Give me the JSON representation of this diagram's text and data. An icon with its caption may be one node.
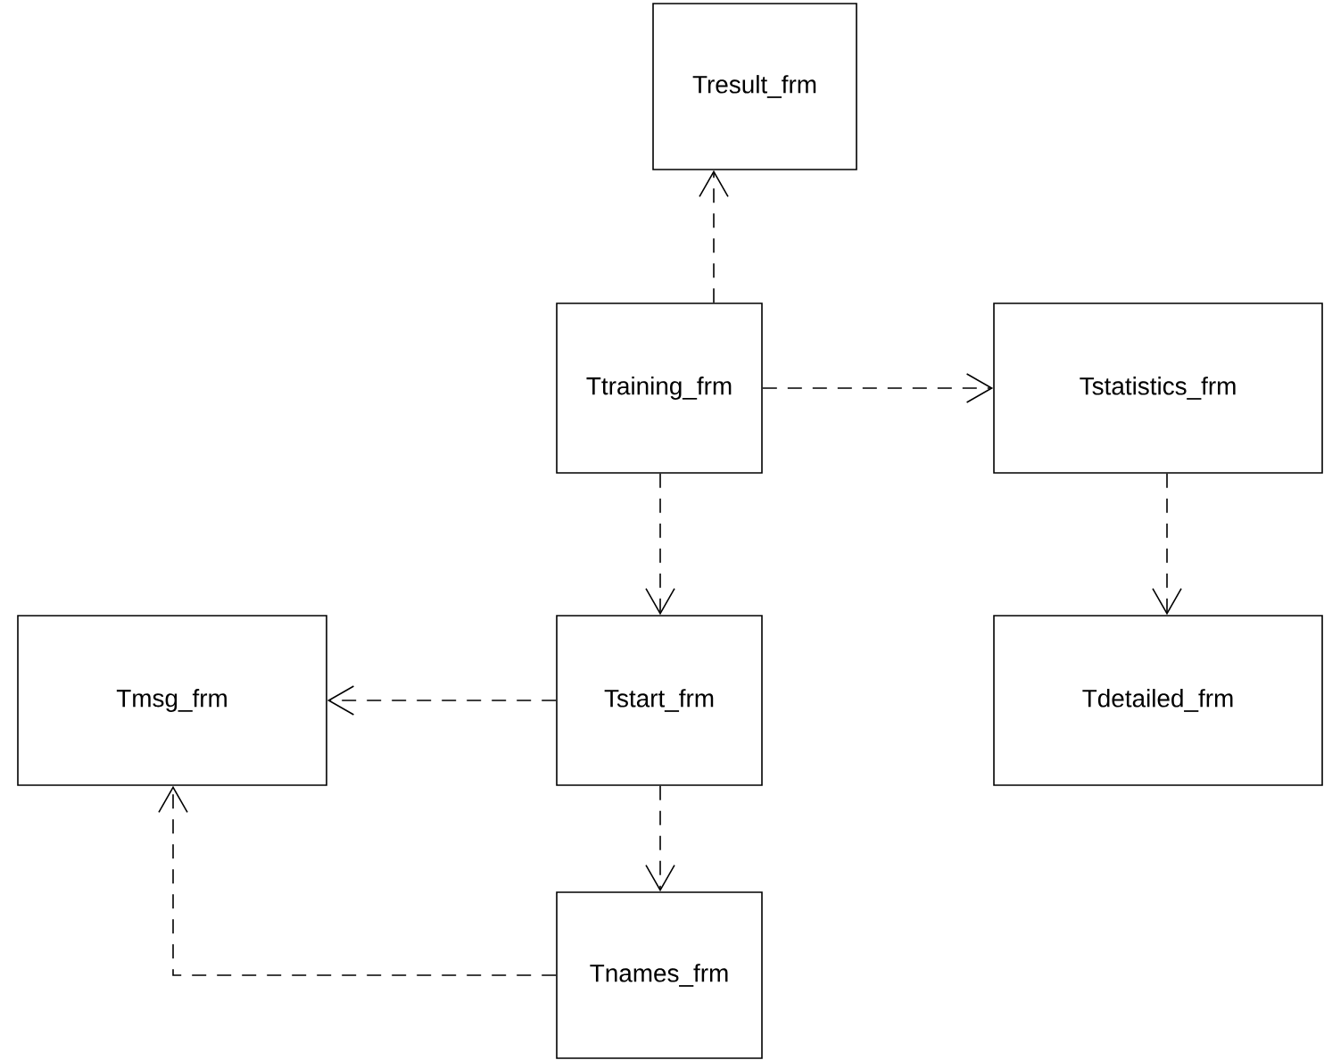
{
  "diagram": {
    "nodes": [
      {
        "text": [
          "Tresult_frm"
        ]
      },
      {
        "text": [
          "Ttraining_frm"
        ]
      },
      {
        "text": [
          "Tstatistics_frm"
        ]
      },
      {
        "text": [
          "Tmsg_frm"
        ]
      },
      {
        "text": [
          "Tstart_frm"
        ]
      },
      {
        "text": [
          "Tdetailed_frm"
        ]
      },
      {
        "text": [
          "Tnames_frm"
        ]
      }
    ],
    "edges": [
      {
        "from": 1,
        "to": 0,
        "arrow": "to",
        "style": "dashed"
      },
      {
        "from": 1,
        "to": 2,
        "arrow": "to",
        "style": "dashed"
      },
      {
        "from": 2,
        "to": 5,
        "arrow": "to",
        "style": "dashed"
      },
      {
        "from": 1,
        "to": 4,
        "arrow": "to",
        "style": "dashed"
      },
      {
        "from": 4,
        "to": 3,
        "arrow": "to",
        "style": "dashed"
      },
      {
        "from": 4,
        "to": 6,
        "arrow": "to",
        "style": "dashed"
      },
      {
        "from": 6,
        "to": 3,
        "arrow": "to",
        "style": "dashed"
      }
    ]
  }
}
